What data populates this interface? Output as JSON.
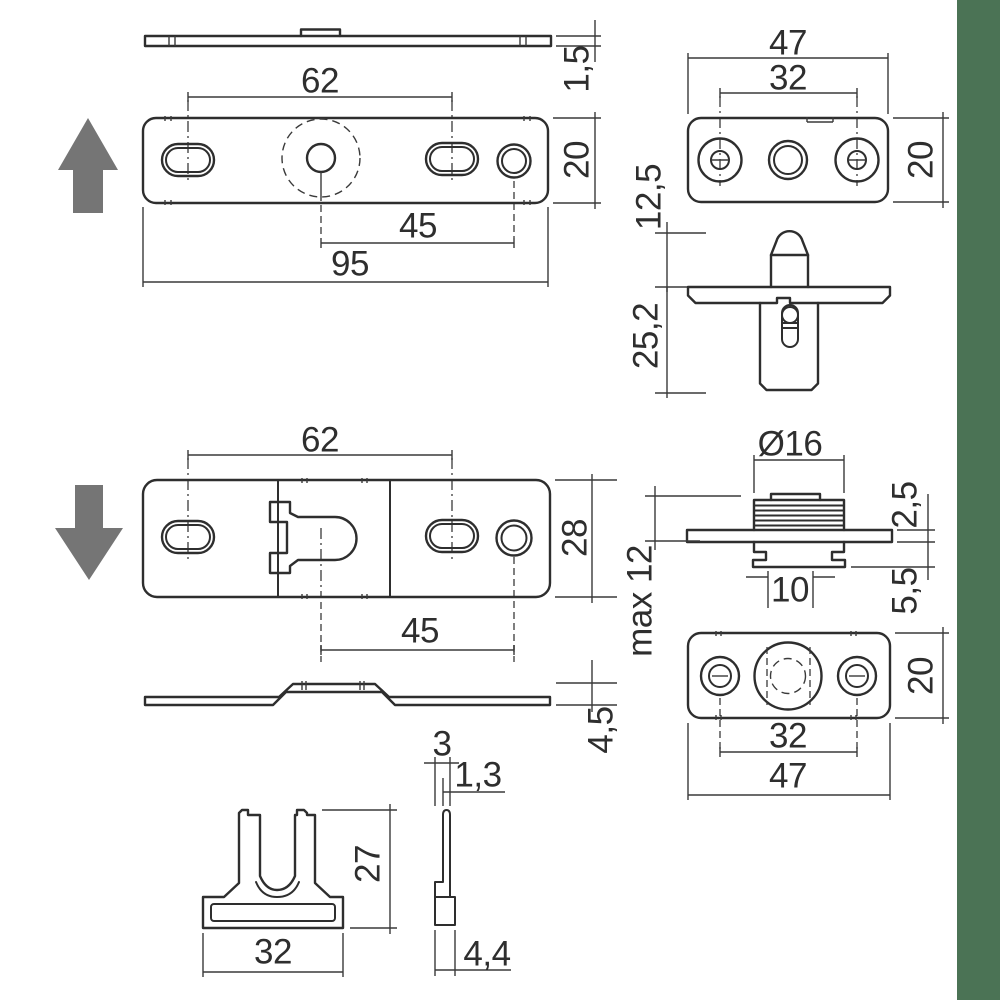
{
  "palette": {
    "background": "#ffffff",
    "line": "#2e2e2e",
    "dimension_line": "#3a3a3a",
    "arrow": "#757575",
    "accent_strip": "#4b7355"
  },
  "views": {
    "plate_a_side": {
      "thickness": "1,5"
    },
    "plate_a_front": {
      "hole_spacing": "62",
      "height": "20",
      "center_to_hole": "45",
      "length": "95"
    },
    "plate_b_front": {
      "length": "47",
      "hole_spacing": "32",
      "height": "20"
    },
    "pin_side": {
      "tip_to_flange": "12,5",
      "flange_to_end": "25,2"
    },
    "plate_c_front": {
      "hole_spacing": "62",
      "height": "28",
      "slot_to_hole": "45"
    },
    "bushing_side": {
      "thread_diameter": "Ø16",
      "flange_thickness": "2,5",
      "grip_length": "max 12",
      "stem_width": "10",
      "under_flange": "5,5"
    },
    "plate_b_back": {
      "hole_spacing": "32",
      "length": "47",
      "height": "20"
    },
    "plate_c_side": {
      "profile_height": "4,5"
    },
    "clip_front": {
      "height": "27",
      "width": "32"
    },
    "clip_side": {
      "tip_width": "3",
      "blade_thickness": "1,3",
      "foot_width": "4,4"
    }
  }
}
